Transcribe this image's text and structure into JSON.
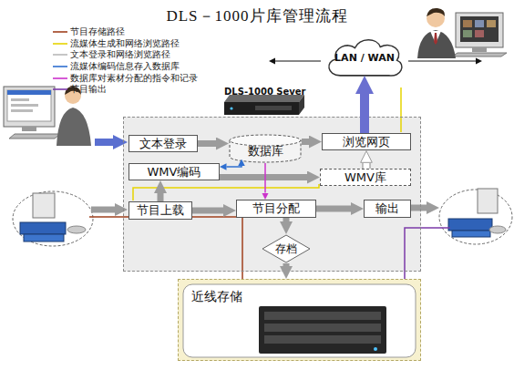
{
  "diagram": {
    "title": "DLS－1000片库管理流程",
    "nodes": [
      {
        "text": [
          "LAN / WAN"
        ]
      },
      {
        "text": [
          "DLS-1000 Sever"
        ]
      },
      {
        "text": [
          "文本登录"
        ],
        "in": 1
      },
      {
        "text": [
          "数据库"
        ],
        "in": 1
      },
      {
        "text": [
          "浏览网页"
        ],
        "in": 1
      },
      {
        "text": [
          "WMV编码"
        ],
        "in": 1
      },
      {
        "text": [
          "WMV库"
        ],
        "in": 1
      },
      {
        "text": [
          "节目上载"
        ],
        "in": 1
      },
      {
        "text": [
          "节目分配"
        ],
        "in": 1
      },
      {
        "text": [
          "输出"
        ],
        "in": 1
      },
      {
        "text": [
          "存档"
        ],
        "in": 1
      },
      {
        "text": [
          "近线存储"
        ]
      }
    ],
    "edges": [
      {
        "from": 2,
        "to": 3,
        "arrow": "to"
      },
      {
        "from": 3,
        "to": 4,
        "arrow": "to"
      },
      {
        "from": 4,
        "to": 0,
        "arrow": "to"
      },
      {
        "from": 5,
        "to": 6,
        "arrow": "to"
      },
      {
        "from": 6,
        "to": 4,
        "arrow": "to"
      },
      {
        "from": 7,
        "to": 5,
        "arrow": "to"
      },
      {
        "from": 7,
        "to": 8,
        "arrow": "to"
      },
      {
        "from": 8,
        "to": 9,
        "arrow": "to"
      },
      {
        "from": 8,
        "to": 10,
        "arrow": "to"
      },
      {
        "from": 10,
        "to": 11,
        "arrow": "to"
      },
      {
        "from": 5,
        "to": 3,
        "arrow": "both"
      },
      {
        "from": 3,
        "to": 8,
        "arrow": "to"
      }
    ],
    "legend": [
      {
        "text": "节目存储路径"
      },
      {
        "text": "流媒体生成和网络浏览路径"
      },
      {
        "text": "文本登录和网络浏览路径"
      },
      {
        "text": "流媒体编码信息存入数据库"
      },
      {
        "text": "数据库对素材分配的指令和记录"
      },
      {
        "text": "节目输出"
      }
    ]
  }
}
